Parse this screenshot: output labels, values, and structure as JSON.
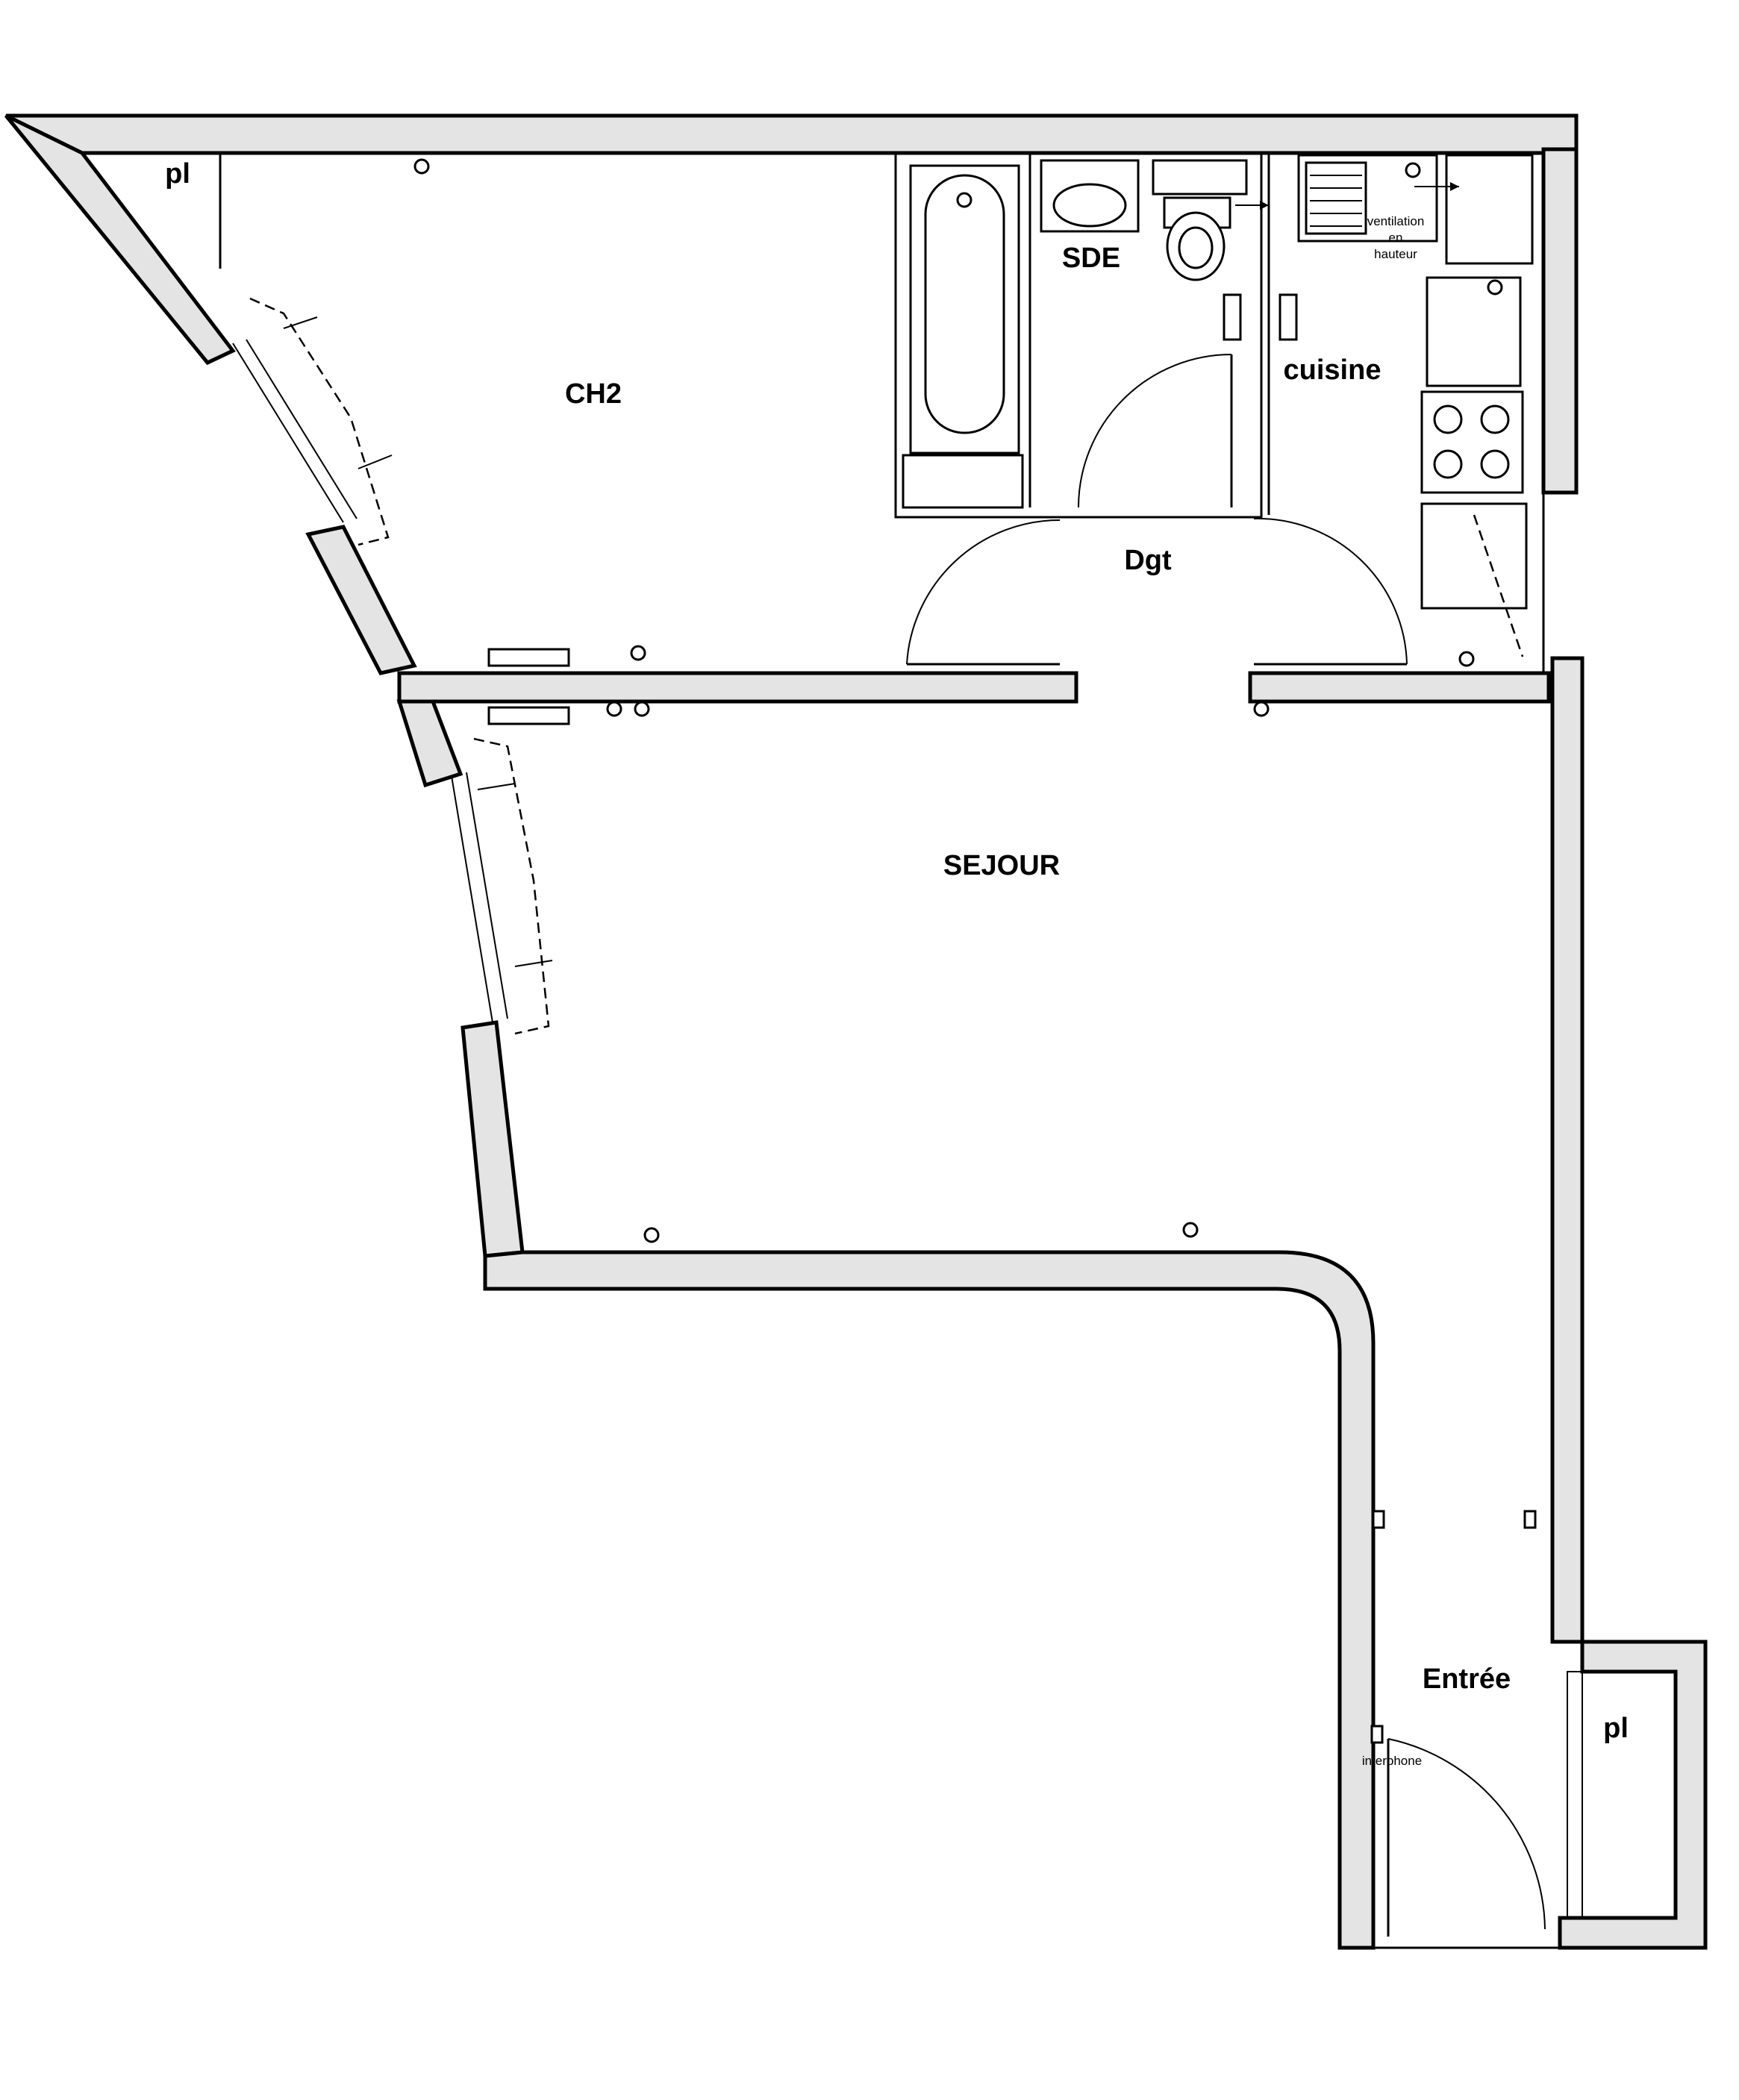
{
  "floor_plan": {
    "rooms": {
      "ch2": "CH2",
      "placard_top": "pl",
      "sde": "SDE",
      "cuisine": "cuisine",
      "dgt": "Dgt",
      "sejour": "SEJOUR",
      "entree": "Entrée",
      "placard_entry": "pl"
    },
    "annotations": {
      "ventilation_line1": "ventilation",
      "ventilation_line2": "en",
      "ventilation_line3": "hauteur",
      "interphone": "interphone"
    },
    "colors": {
      "wall_fill": "#e4e4e4",
      "line": "#000000",
      "background": "#ffffff"
    }
  }
}
